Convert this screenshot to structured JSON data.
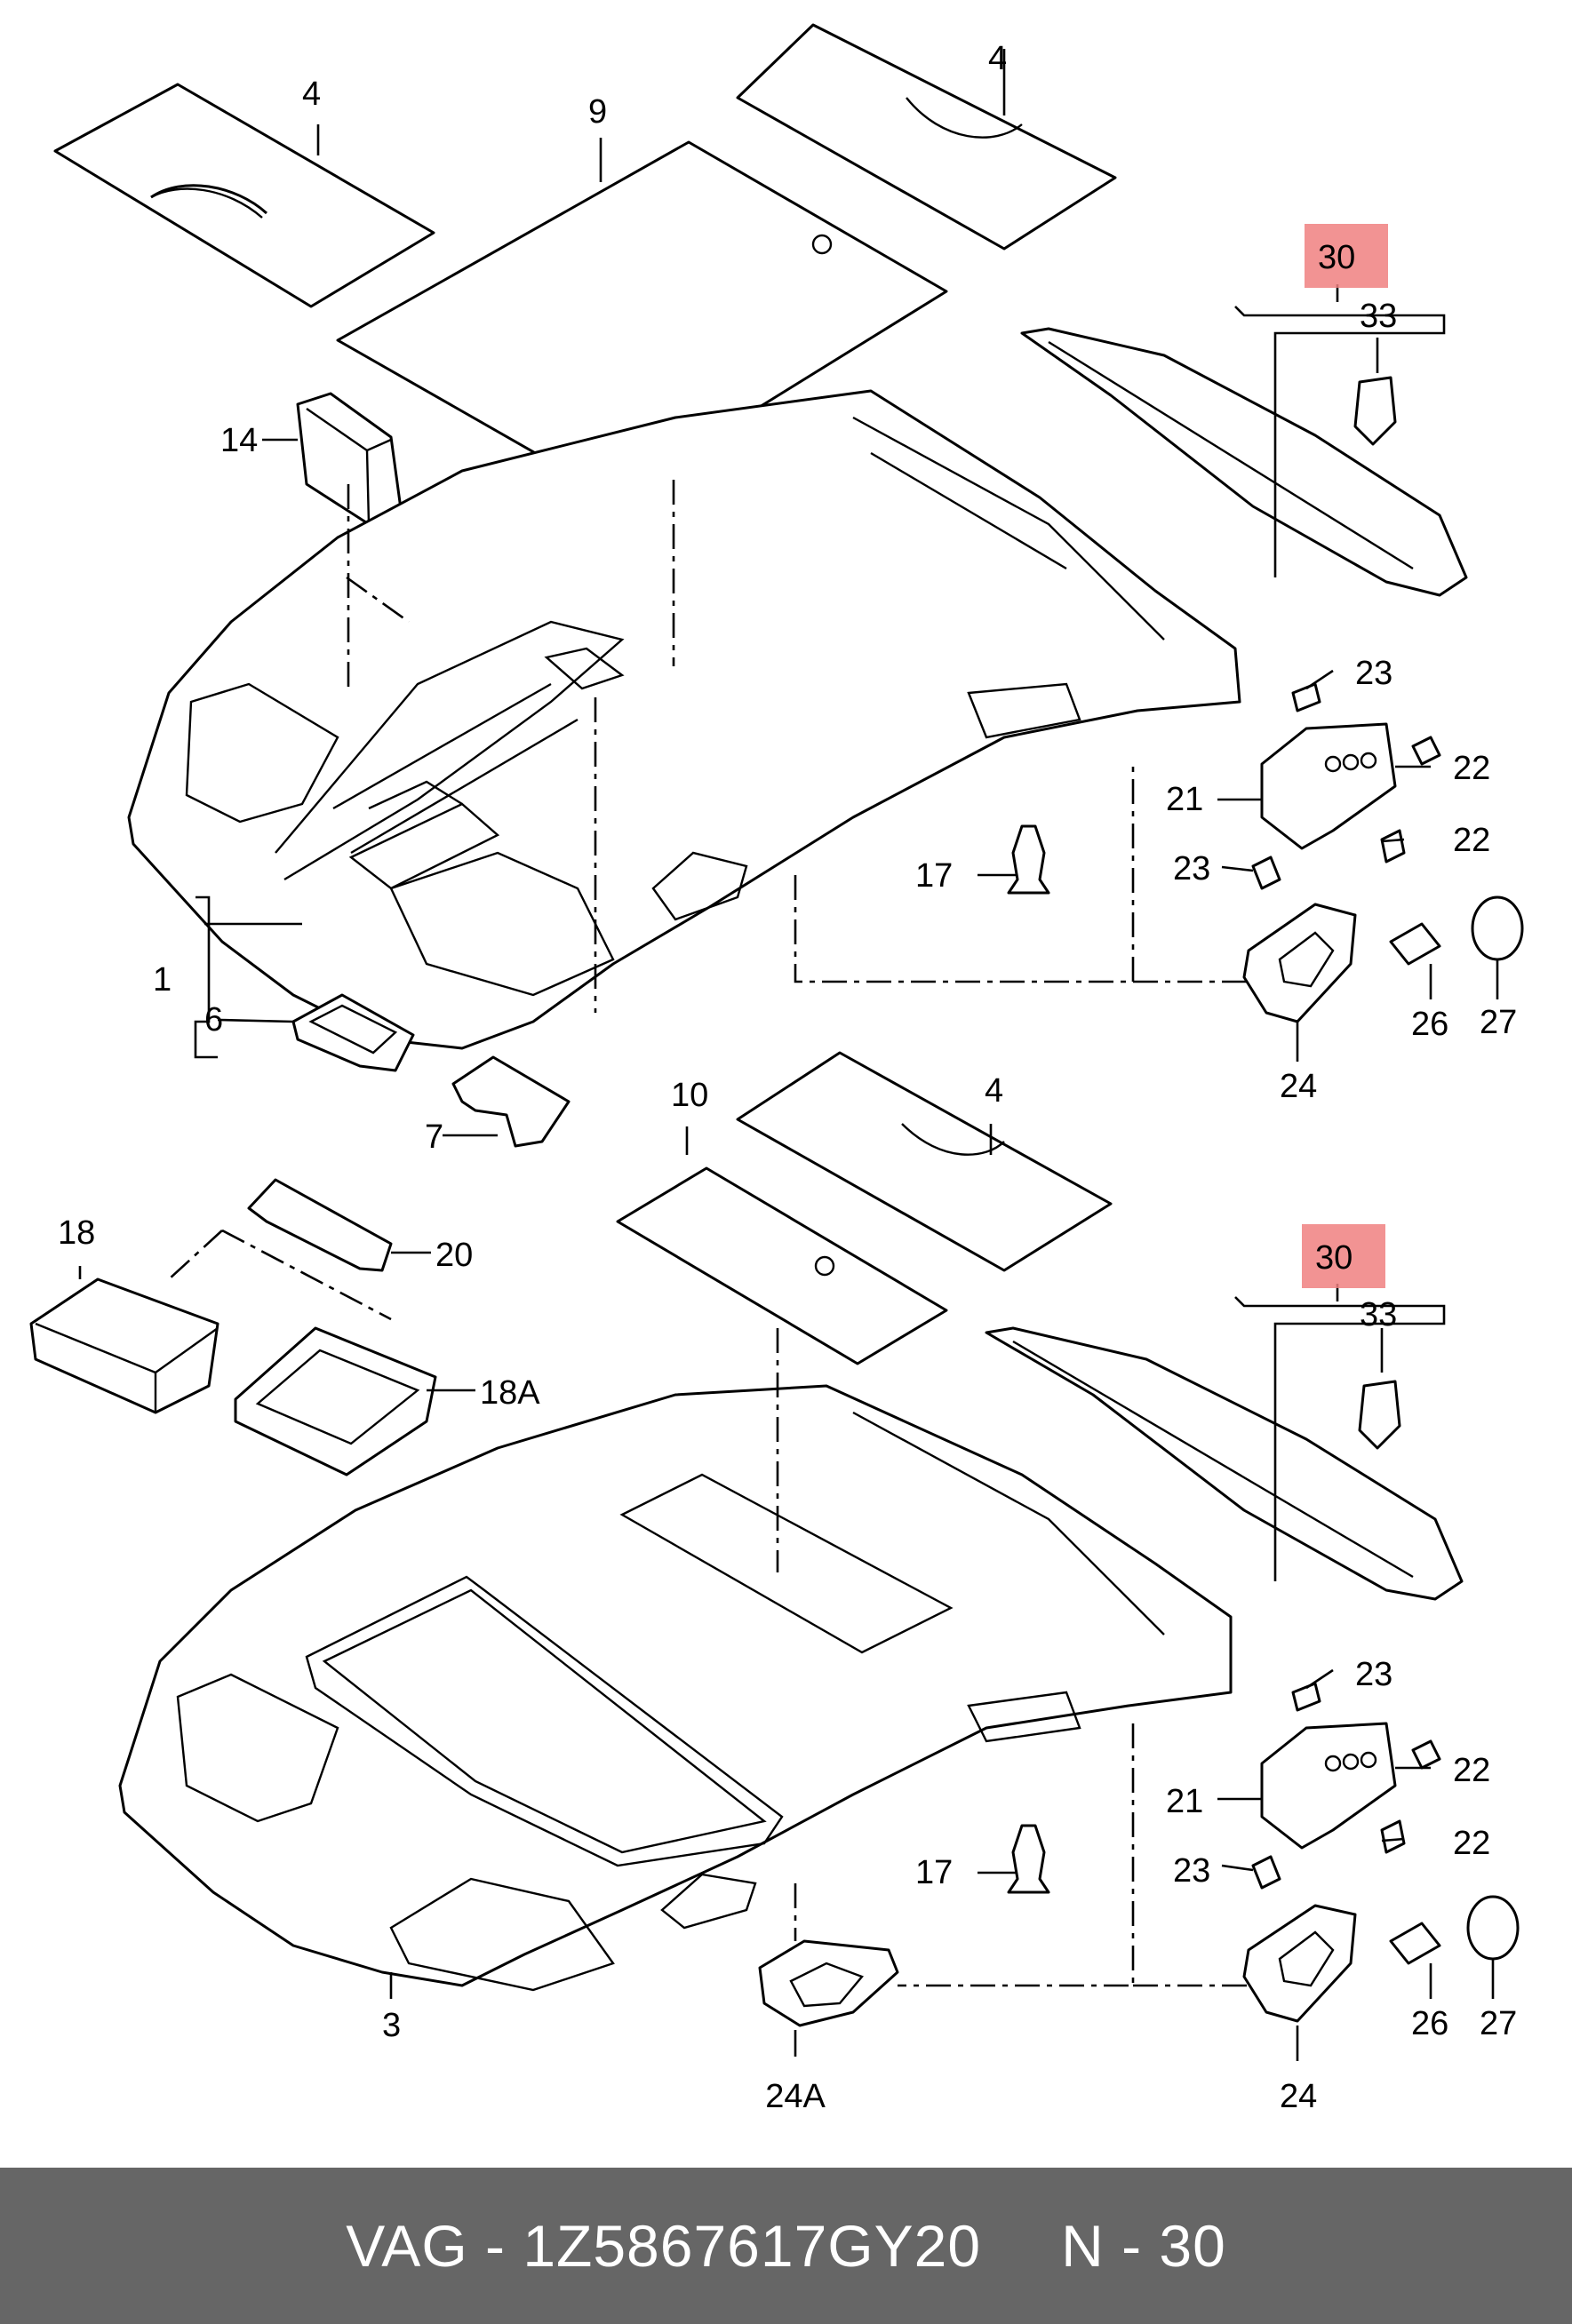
{
  "diagram": {
    "callouts_upper": {
      "c4a": "4",
      "c9": "9",
      "c4b": "4",
      "c30": "30",
      "c33": "33",
      "c14": "14",
      "c23a": "23",
      "c22a": "22",
      "c21": "21",
      "c22b": "22",
      "c23b": "23",
      "c17": "17",
      "c1": "1",
      "c6": "6",
      "c26": "26",
      "c27": "27",
      "c24": "24",
      "c7": "7"
    },
    "callouts_lower": {
      "c10": "10",
      "c4": "4",
      "c18": "18",
      "c20": "20",
      "c30": "30",
      "c33": "33",
      "c18A": "18A",
      "c23a": "23",
      "c22a": "22",
      "c21": "21",
      "c22b": "22",
      "c23b": "23",
      "c17": "17",
      "c26": "26",
      "c27": "27",
      "c3": "3",
      "c24A": "24A",
      "c24": "24"
    },
    "highlight_color": "#f08080"
  },
  "footer": {
    "part_label": "VAG - 1Z5867617GY20",
    "ref_label": "N - 30",
    "background": "#666666"
  }
}
